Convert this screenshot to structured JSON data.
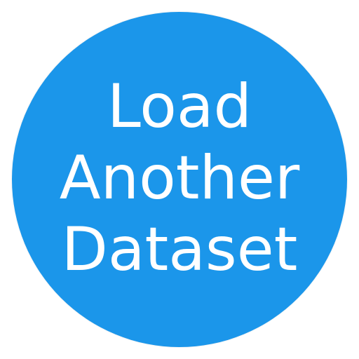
{
  "button": {
    "lines": [
      "Load",
      "Another",
      "Dataset"
    ],
    "background_color": "#1b96ea",
    "text_color": "#ffffff"
  }
}
